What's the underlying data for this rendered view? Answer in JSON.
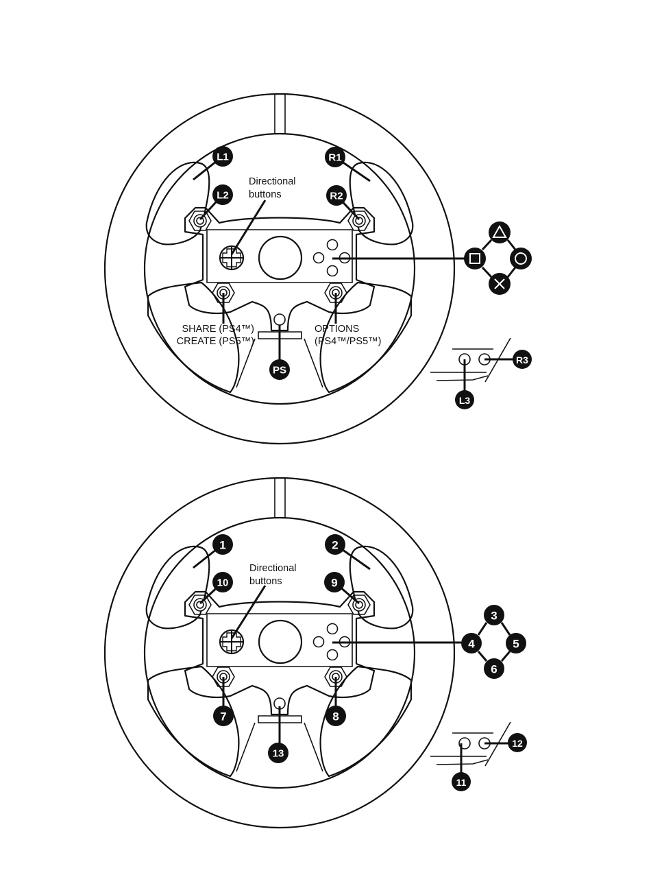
{
  "diagram_top": {
    "directional_label_line1": "Directional",
    "directional_label_line2": "buttons",
    "share_label_line1": "SHARE (PS4™)",
    "share_label_line2": "CREATE (PS5™)",
    "options_label_line1": "OPTIONS",
    "options_label_line2": "(PS4™/PS5™)",
    "badges": {
      "l1": "L1",
      "r1": "R1",
      "l2": "L2",
      "r2": "R2",
      "ps": "PS",
      "l3": "L3",
      "r3": "R3"
    },
    "face_buttons": [
      "triangle",
      "circle",
      "cross",
      "square"
    ]
  },
  "diagram_bottom": {
    "directional_label_line1": "Directional",
    "directional_label_line2": "buttons",
    "badges": {
      "b1": "1",
      "b2": "2",
      "b3": "3",
      "b4": "4",
      "b5": "5",
      "b6": "6",
      "b7": "7",
      "b8": "8",
      "b9": "9",
      "b10": "10",
      "b11": "11",
      "b12": "12",
      "b13": "13"
    }
  }
}
